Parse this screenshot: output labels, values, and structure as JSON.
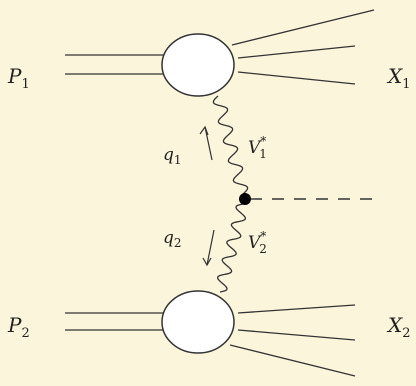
{
  "labels": {
    "p1": {
      "base": "P",
      "sub": "1"
    },
    "p2": {
      "base": "P",
      "sub": "2"
    },
    "x1": {
      "base": "X",
      "sub": "1"
    },
    "x2": {
      "base": "X",
      "sub": "2"
    },
    "q1": {
      "base": "q",
      "sub": "1"
    },
    "q2": {
      "base": "q",
      "sub": "2"
    },
    "v1": {
      "base": "V",
      "sub": "1",
      "sup": "*"
    },
    "v2": {
      "base": "V",
      "sub": "2",
      "sup": "*"
    }
  },
  "colors": {
    "background": "#fbf5dc",
    "ink": "#333333",
    "blob_fill": "#ffffff",
    "vertex": "#000000"
  }
}
